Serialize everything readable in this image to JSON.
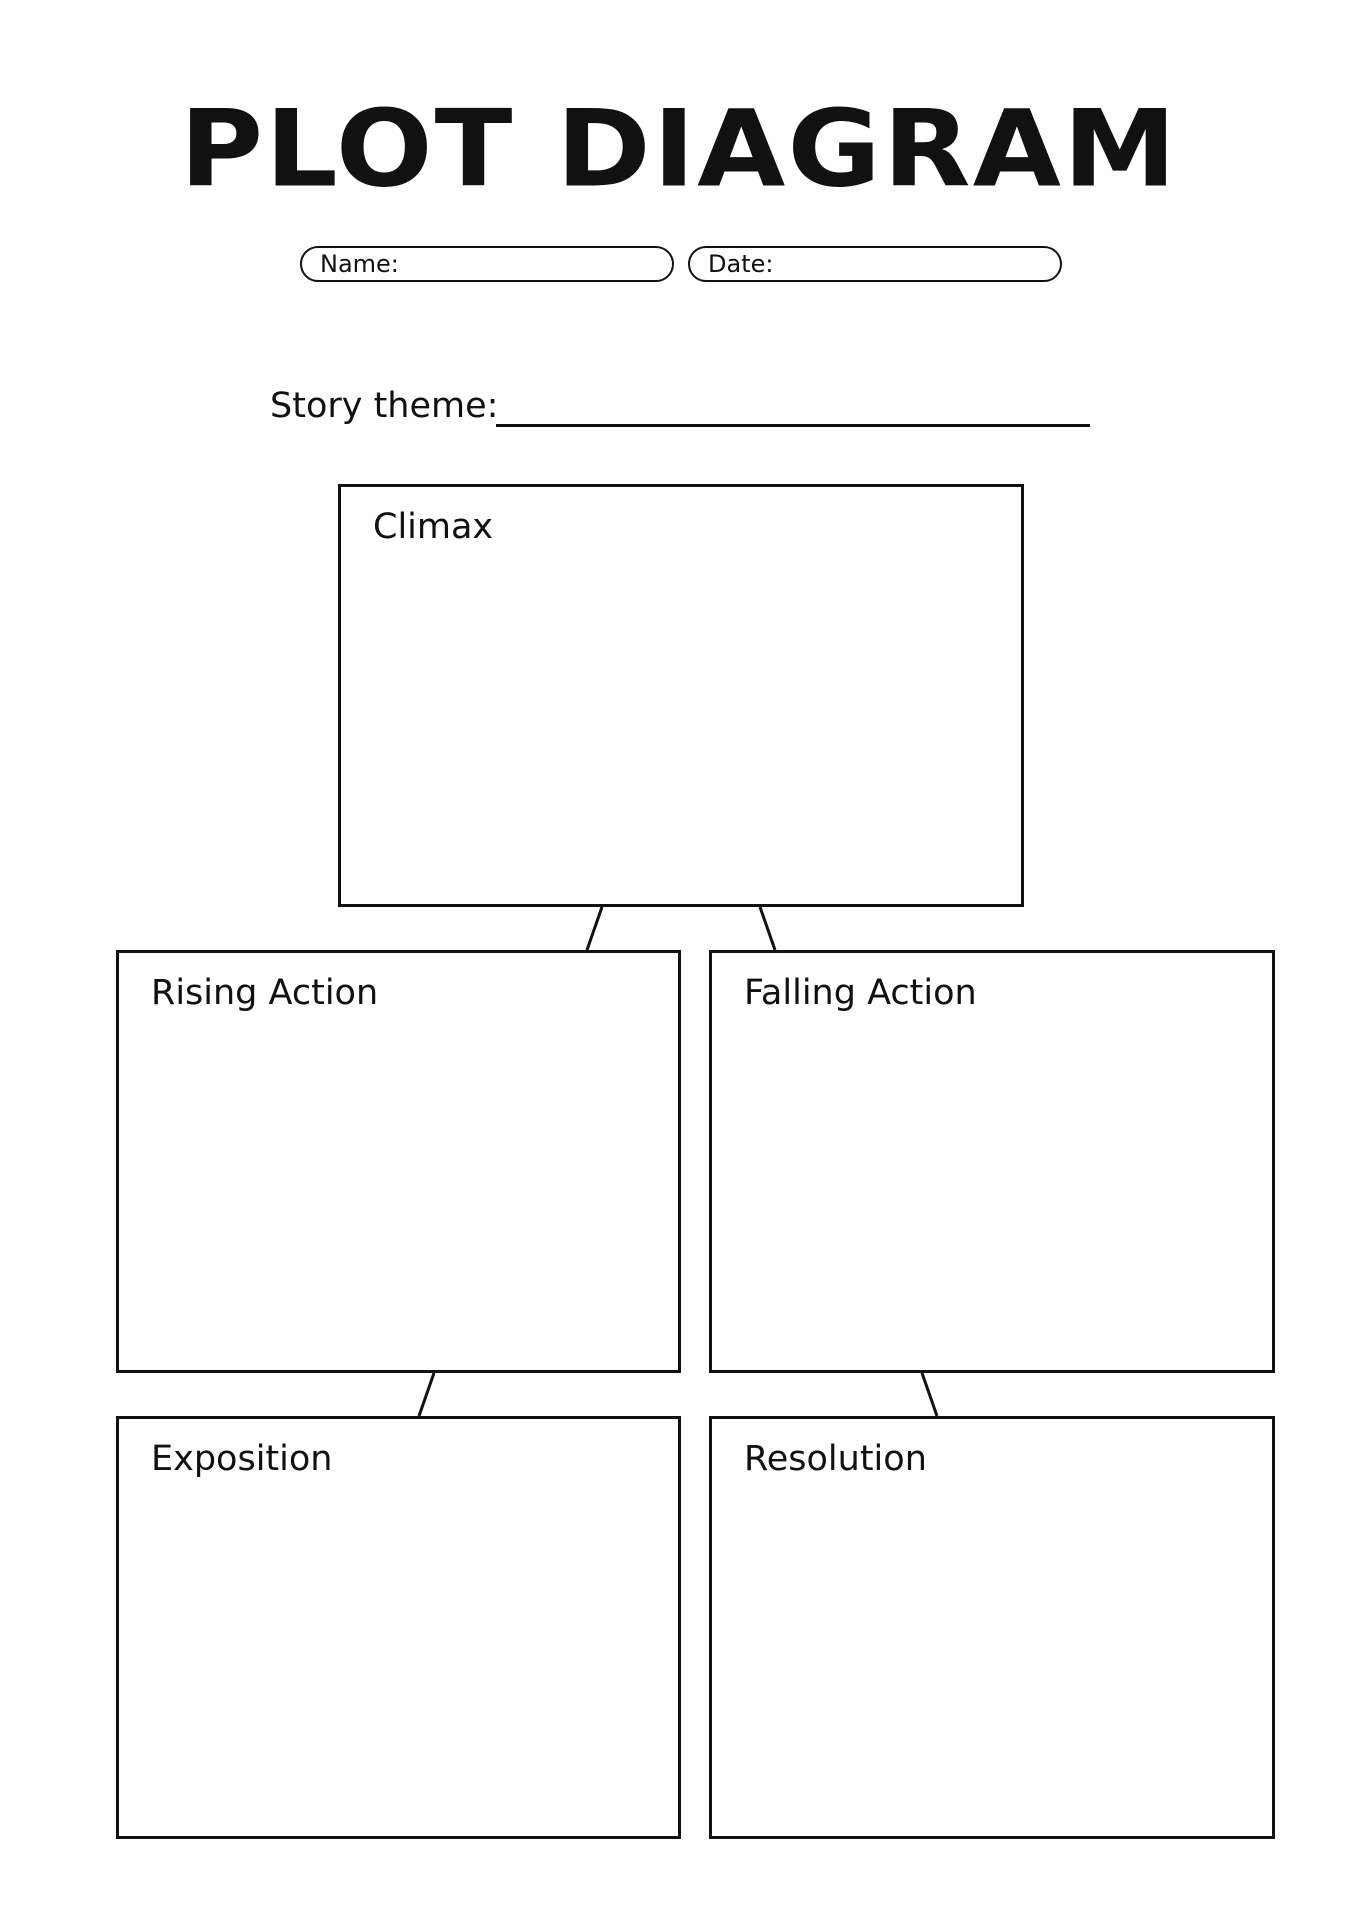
{
  "title": "PLOT DIAGRAM",
  "fields": {
    "name_label": "Name:",
    "date_label": "Date:"
  },
  "story_theme_label": "Story theme:",
  "sections": {
    "climax": "Climax",
    "rising_action": "Rising Action",
    "falling_action": "Falling Action",
    "exposition": "Exposition",
    "resolution": "Resolution"
  }
}
